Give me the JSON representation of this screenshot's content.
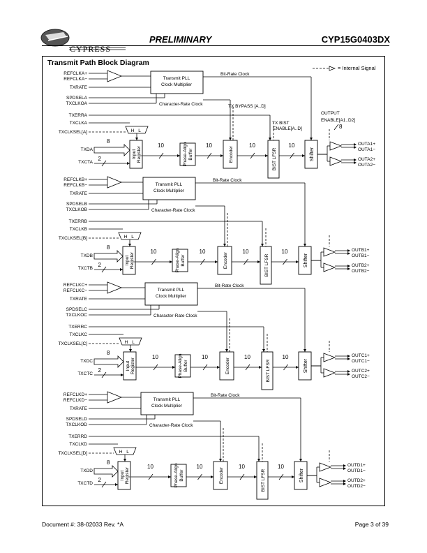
{
  "header": {
    "logo_text": "CYPRESS",
    "status": "PRELIMINARY",
    "part": "CYP15G0403DX"
  },
  "diagram": {
    "title": "Transmit Path Block Diagram",
    "legend": "= Internal Signal",
    "tx_bypass": "TX BYPASS [A..D]",
    "tx_bist_1": "TX BIST",
    "tx_bist_2": "ENABLE[A..D]",
    "output_1": "OUTPUT",
    "output_2": "ENABLE[A1..D2]",
    "output_width": "8",
    "channels": [
      {
        "id": "A",
        "refclk_p": "REFCLKA+",
        "refclk_n": "REFCLKA−",
        "txrate": "TXRATE",
        "spdsel": "SPDSELA",
        "txclko": "TXCLKOA",
        "txerr": "TXERRA",
        "txclk": "TXCLKA",
        "txclksel": "TXCLKSEL[A]",
        "txd": "TXDA",
        "txct": "TXCTA",
        "out1p": "OUTA1+",
        "out1n": "OUTA1−",
        "out2p": "OUTA2+",
        "out2n": "OUTA2−"
      },
      {
        "id": "B",
        "refclk_p": "REFCLKB+",
        "refclk_n": "REFCLKB−",
        "txrate": "TXRATE",
        "spdsel": "SPDSELB",
        "txclko": "TXCLKOB",
        "txerr": "TXERRB",
        "txclk": "TXCLKB",
        "txclksel": "TXCLKSEL[B]",
        "txd": "TXDB",
        "txct": "TXCTB",
        "out1p": "OUTB1+",
        "out1n": "OUTB1−",
        "out2p": "OUTB2+",
        "out2n": "OUTB2−"
      },
      {
        "id": "C",
        "refclk_p": "REFCLKC+",
        "refclk_n": "REFCLKC−",
        "txrate": "TXRATE",
        "spdsel": "SPDSELC",
        "txclko": "TXCLKOC",
        "txerr": "TXERRC",
        "txclk": "TXCLKC",
        "txclksel": "TXCLKSEL[C]",
        "txd": "TXDC",
        "txct": "TXCTC",
        "out1p": "OUTC1+",
        "out1n": "OUTC1−",
        "out2p": "OUTC2+",
        "out2n": "OUTC2−"
      },
      {
        "id": "D",
        "refclk_p": "REFCLKD+",
        "refclk_n": "REFCLKD−",
        "txrate": "TXRATE",
        "spdsel": "SPDSELD",
        "txclko": "TXCLKOD",
        "txerr": "TXERRD",
        "txclk": "TXCLKD",
        "txclksel": "TXCLKSEL[D]",
        "txd": "TXDD",
        "txct": "TXCTD",
        "out1p": "OUTD1+",
        "out1n": "OUTD1−",
        "out2p": "OUTD2+",
        "out2n": "OUTD2−"
      }
    ],
    "blocks": {
      "pll_1": "Transmit PLL",
      "pll_2": "Clock Multiplier",
      "input_1": "Input",
      "input_2": "Register",
      "phase_1": "Phase-Align",
      "phase_2": "Buffer",
      "encoder": "Encoder",
      "bist": "BIST LFSR",
      "shifter": "Shifter",
      "mux_h": "H",
      "mux_l": "L"
    },
    "bit_rate_clock": "Bit-Rate Clock",
    "char_rate_clock": "Character-Rate Clock",
    "bus_8": "8",
    "bus_2": "2",
    "bus_10": "10"
  },
  "footer": {
    "doc": "Document #: 38-02033 Rev. *A",
    "page": "Page 3 of 39"
  }
}
